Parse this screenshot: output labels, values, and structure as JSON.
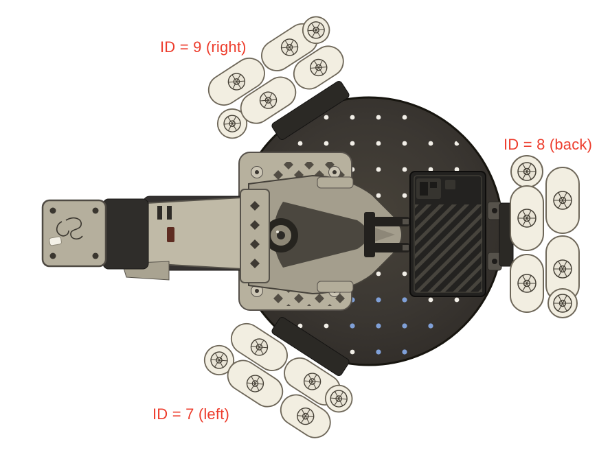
{
  "colors": {
    "annotation": "#ed3c2c",
    "plate": "#3b3732",
    "wheel": "#f2eee1",
    "arm": "#b7b19e",
    "electronics_box": "#232220",
    "background": "#ffffff"
  },
  "annotations": [
    {
      "wheel_id": "9",
      "position": "right",
      "label": "ID = 9 (right)"
    },
    {
      "wheel_id": "8",
      "position": "back",
      "label": "ID = 8 (back)"
    },
    {
      "wheel_id": "7",
      "position": "left",
      "label": "ID = 7 (left)"
    }
  ]
}
